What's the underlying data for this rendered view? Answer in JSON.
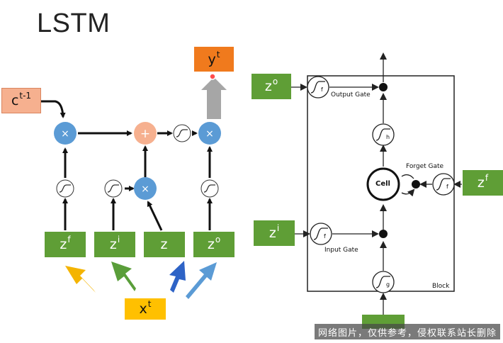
{
  "title": "LSTM",
  "left": {
    "ct1": {
      "base": "c",
      "sup": "t-1"
    },
    "yt": {
      "base": "y",
      "sup": "t"
    },
    "xt": {
      "base": "x",
      "sup": "t"
    },
    "gates": [
      {
        "base": "z",
        "sup": "f"
      },
      {
        "base": "z",
        "sup": "i"
      },
      {
        "base": "z",
        "sup": ""
      },
      {
        "base": "z",
        "sup": "o"
      }
    ],
    "mult_symbol": "×",
    "add_symbol": "+"
  },
  "right": {
    "zo": {
      "base": "z",
      "sup": "o"
    },
    "zi": {
      "base": "z",
      "sup": "i"
    },
    "zf": {
      "base": "z",
      "sup": "f"
    },
    "output_gate": "Output Gate",
    "input_gate": "Input Gate",
    "forget_gate": "Forget Gate",
    "cell": "Cell",
    "block": "Block",
    "fn_f": "f",
    "fn_h": "h",
    "fn_g": "g"
  },
  "watermark": "网络图片，仅供参考，侵权联系站长删除",
  "colors": {
    "green": "#5f9e36",
    "orange": "#f07a1d",
    "salmon": "#f6b08f",
    "blue": "#5b9bd5",
    "yellow": "#ffc000",
    "gray_arrow": "#a6a6a6",
    "yellow_arrow": "#f4b400",
    "green_arrow": "#5a9e3a",
    "blue_arrow": "#2e63c6",
    "light_blue_arrow": "#5b9bd5"
  }
}
